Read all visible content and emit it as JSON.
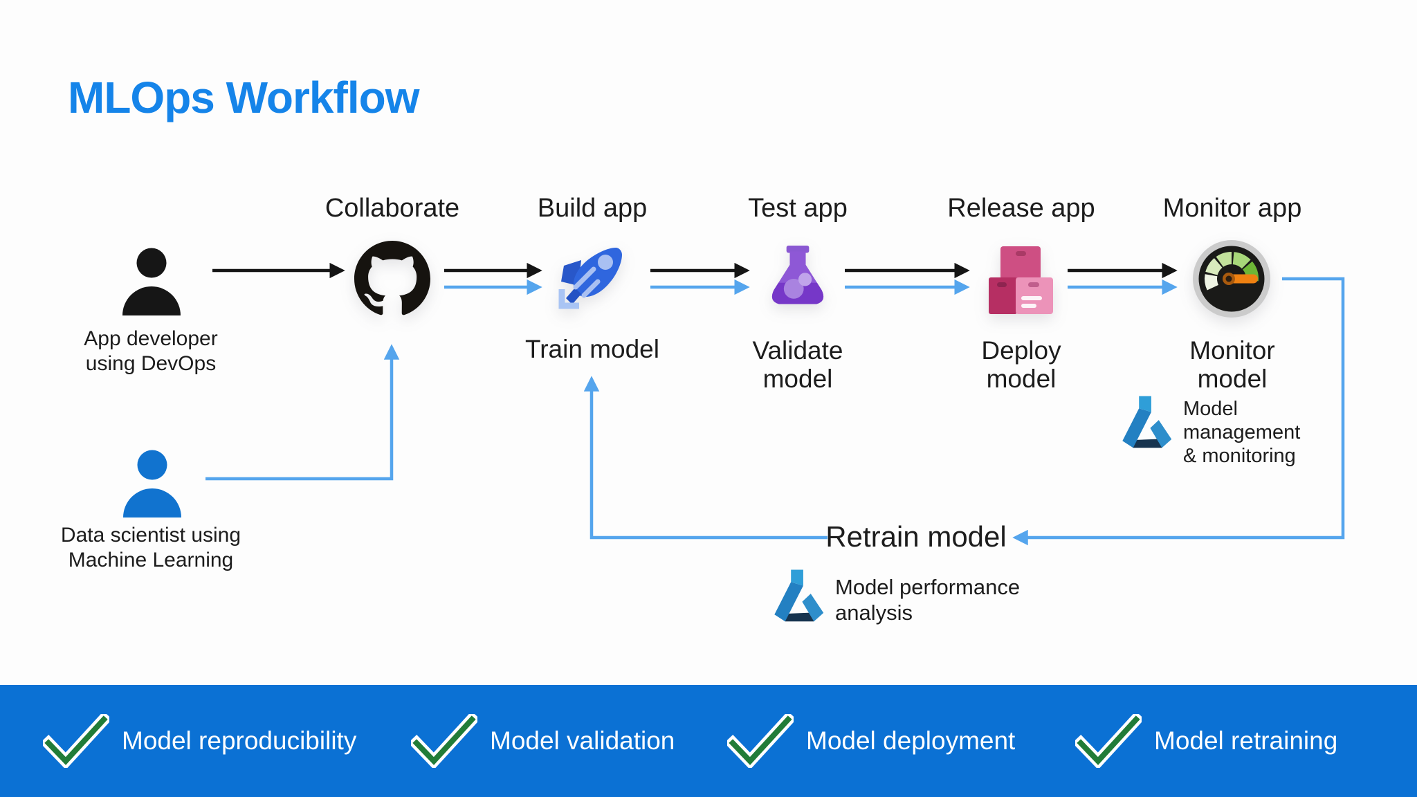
{
  "title": "MLOps Workflow",
  "colors": {
    "title_blue": "#1584e9",
    "arrow_black": "#151515",
    "arrow_blue": "#55a5ed",
    "bottom_bar_blue": "#0b71d4",
    "person_blue": "#1173cf",
    "check_green": "#217c38"
  },
  "actors": {
    "developer": {
      "line1": "App developer",
      "line2": "using DevOps"
    },
    "scientist": {
      "line1": "Data scientist using",
      "line2": "Machine Learning"
    }
  },
  "steps": {
    "collaborate": {
      "app": "Collaborate",
      "icon": "github-icon"
    },
    "build": {
      "app": "Build app",
      "model": "Train model",
      "icon": "rocket-icon"
    },
    "test": {
      "app": "Test app",
      "model_line1": "Validate",
      "model_line2": "model",
      "icon": "flask-icon"
    },
    "release": {
      "app": "Release app",
      "model_line1": "Deploy",
      "model_line2": "model",
      "icon": "packages-icon"
    },
    "monitor": {
      "app": "Monitor app",
      "model_line1": "Monitor",
      "model_line2": "model",
      "icon": "gauge-icon"
    }
  },
  "annotations": {
    "management": {
      "line1": "Model",
      "line2": "management",
      "line3": "& monitoring",
      "icon": "azure-ml-icon"
    },
    "retrain": {
      "label": "Retrain model"
    },
    "performance": {
      "line1": "Model performance",
      "line2": "analysis",
      "icon": "azure-ml-icon"
    }
  },
  "features": [
    {
      "label": "Model reproducibility"
    },
    {
      "label": "Model validation"
    },
    {
      "label": "Model deployment"
    },
    {
      "label": "Model retraining"
    }
  ]
}
